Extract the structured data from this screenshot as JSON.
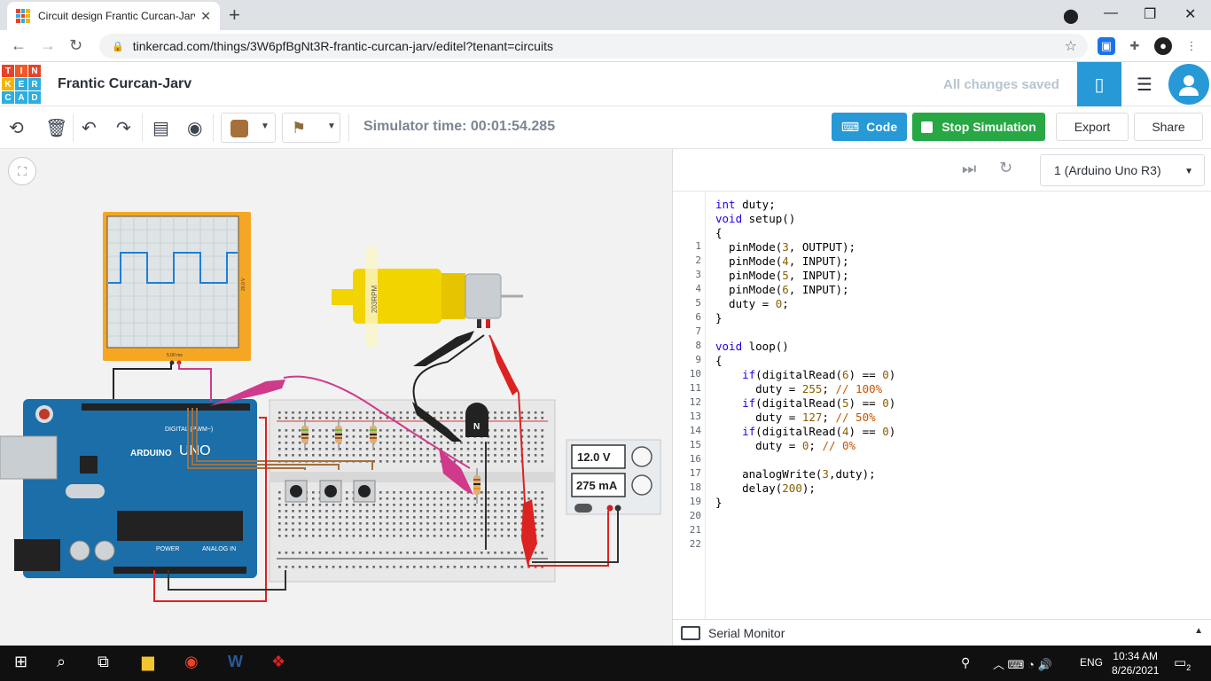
{
  "browser": {
    "tab_title": "Circuit design Frantic Curcan-Jarv",
    "url": "tinkercad.com/things/3W6pfBgNt3R-frantic-curcan-jarv/editel?tenant=circuits"
  },
  "app": {
    "logo_letters": [
      "T",
      "I",
      "N",
      "K",
      "E",
      "R",
      "C",
      "A",
      "D"
    ],
    "project_title": "Frantic Curcan-Jarv",
    "save_status": "All changes saved"
  },
  "toolbar": {
    "simulator_time": "Simulator time: 00:01:54.285",
    "code_label": "Code",
    "stop_label": "Stop Simulation",
    "export_label": "Export",
    "share_label": "Share",
    "wire_color": "#a6703a"
  },
  "circuit": {
    "motor_label": "203RPM",
    "scope_scale": "5.00 ms",
    "scope_v": "20.0 V",
    "transistor": "N",
    "psu_voltage": "12.0 V",
    "psu_current": "275 mA",
    "arduino_brand": "ARDUINO",
    "arduino_model": "UNO",
    "header_digital": "DIGITAL (PWM~)",
    "header_power": "POWER",
    "header_analog": "ANALOG IN"
  },
  "code_panel": {
    "device": "1 (Arduino Uno R3)",
    "serial_label": "Serial Monitor",
    "lines": [
      "int duty;",
      "void setup()",
      "{",
      "  pinMode(3, OUTPUT);",
      "  pinMode(4, INPUT);",
      "  pinMode(5, INPUT);",
      "  pinMode(6, INPUT);",
      "  duty = 0;",
      "}",
      "",
      "void loop()",
      "{",
      "    if(digitalRead(6) == 0)",
      "      duty = 255; // 100%",
      "    if(digitalRead(5) == 0)",
      "      duty = 127; // 50%",
      "    if(digitalRead(4) == 0)",
      "      duty = 0; // 0%",
      "",
      "    analogWrite(3,duty);",
      "    delay(200);",
      "}"
    ]
  },
  "taskbar": {
    "lang": "ENG",
    "time": "10:34 AM",
    "date": "8/26/2021",
    "notif_count": "2"
  }
}
